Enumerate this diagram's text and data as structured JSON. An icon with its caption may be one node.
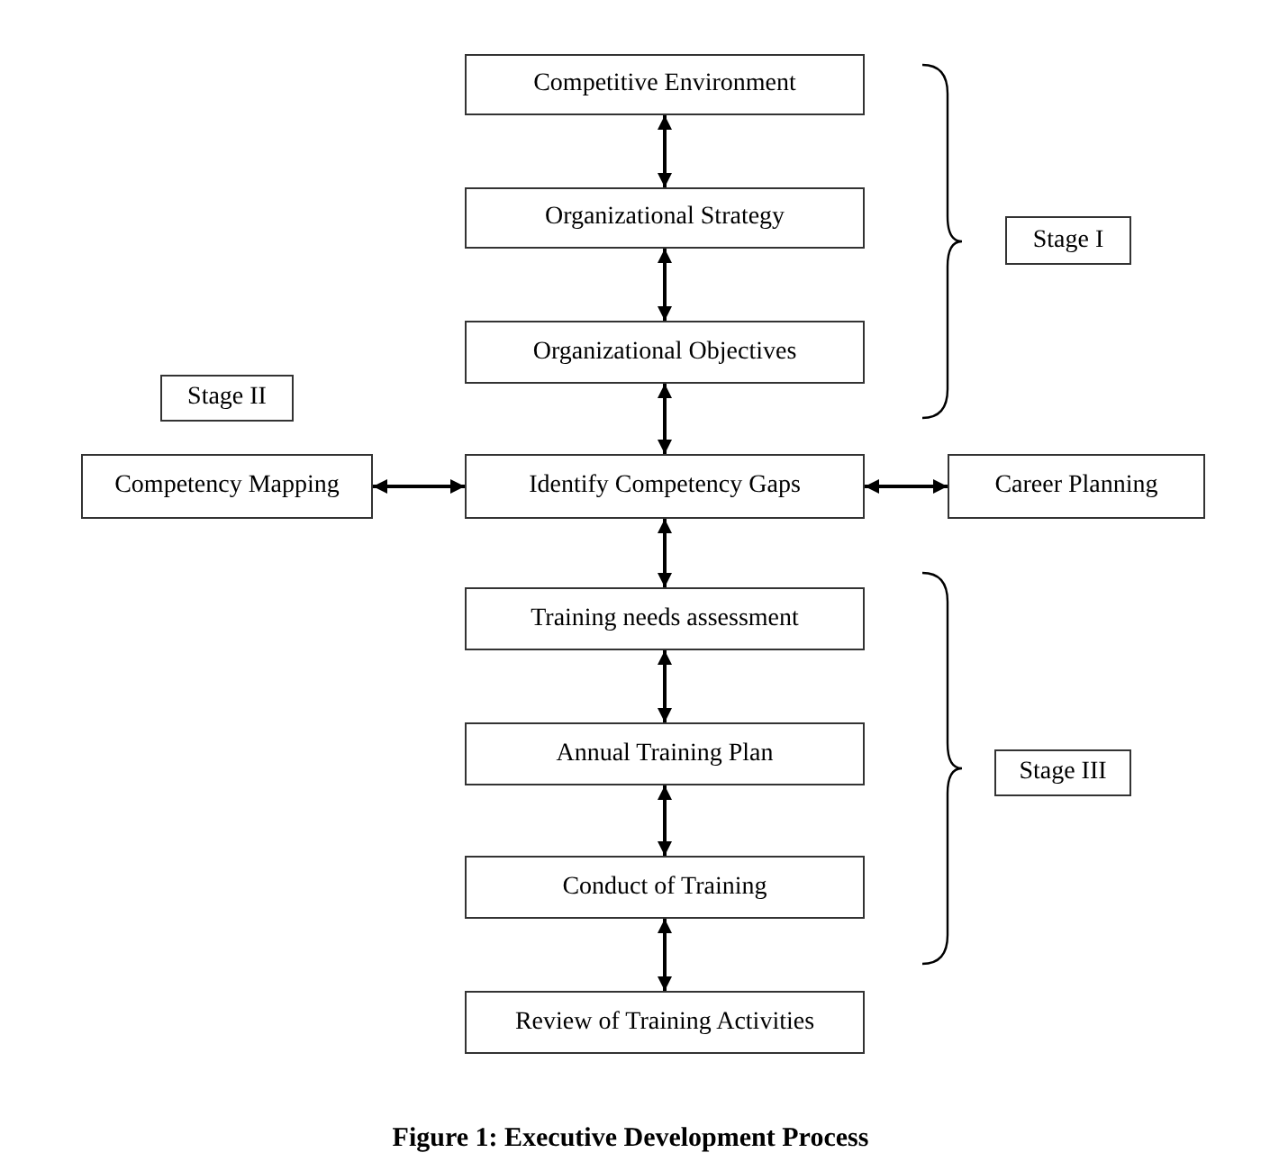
{
  "diagram": {
    "caption": "Figure 1: Executive Development Process",
    "nodes": [
      {
        "text": [
          "Competitive Environment"
        ]
      },
      {
        "text": [
          "Organizational Strategy"
        ]
      },
      {
        "text": [
          "Stage I"
        ]
      },
      {
        "text": [
          "Organizational Objectives"
        ]
      },
      {
        "text": [
          "Stage II"
        ]
      },
      {
        "text": [
          "Competency Mapping"
        ]
      },
      {
        "text": [
          "Identify Competency Gaps"
        ]
      },
      {
        "text": [
          "Career Planning"
        ]
      },
      {
        "text": [
          "Training needs assessment"
        ]
      },
      {
        "text": [
          "Annual Training Plan"
        ]
      },
      {
        "text": [
          "Stage III"
        ]
      },
      {
        "text": [
          "Conduct of Training"
        ]
      },
      {
        "text": [
          "Review of Training Activities"
        ]
      }
    ],
    "edges": [
      {
        "from": 0,
        "to": 1,
        "arrow": "both"
      },
      {
        "from": 1,
        "to": 3,
        "arrow": "both"
      },
      {
        "from": 3,
        "to": 6,
        "arrow": "both"
      },
      {
        "from": 5,
        "to": 6,
        "arrow": "both"
      },
      {
        "from": 6,
        "to": 7,
        "arrow": "both"
      },
      {
        "from": 6,
        "to": 8,
        "arrow": "both"
      },
      {
        "from": 8,
        "to": 9,
        "arrow": "both"
      },
      {
        "from": 9,
        "to": 11,
        "arrow": "both"
      },
      {
        "from": 11,
        "to": 12,
        "arrow": "both"
      }
    ]
  }
}
